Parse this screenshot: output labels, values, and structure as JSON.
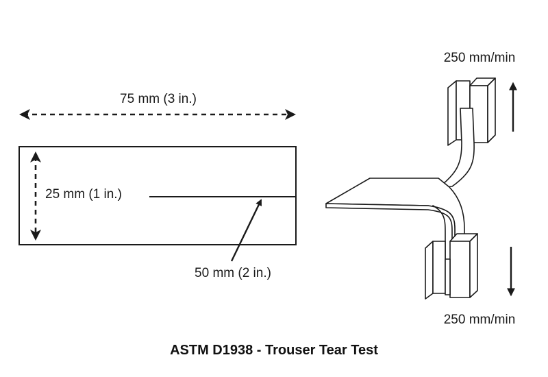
{
  "labels": {
    "length": "75 mm (3 in.)",
    "width": "25 mm (1 in.)",
    "slit": "50 mm (2 in.)",
    "speed_top": "250 mm/min",
    "speed_bottom": "250 mm/min"
  },
  "title": "ASTM D1938 - Trouser Tear Test"
}
